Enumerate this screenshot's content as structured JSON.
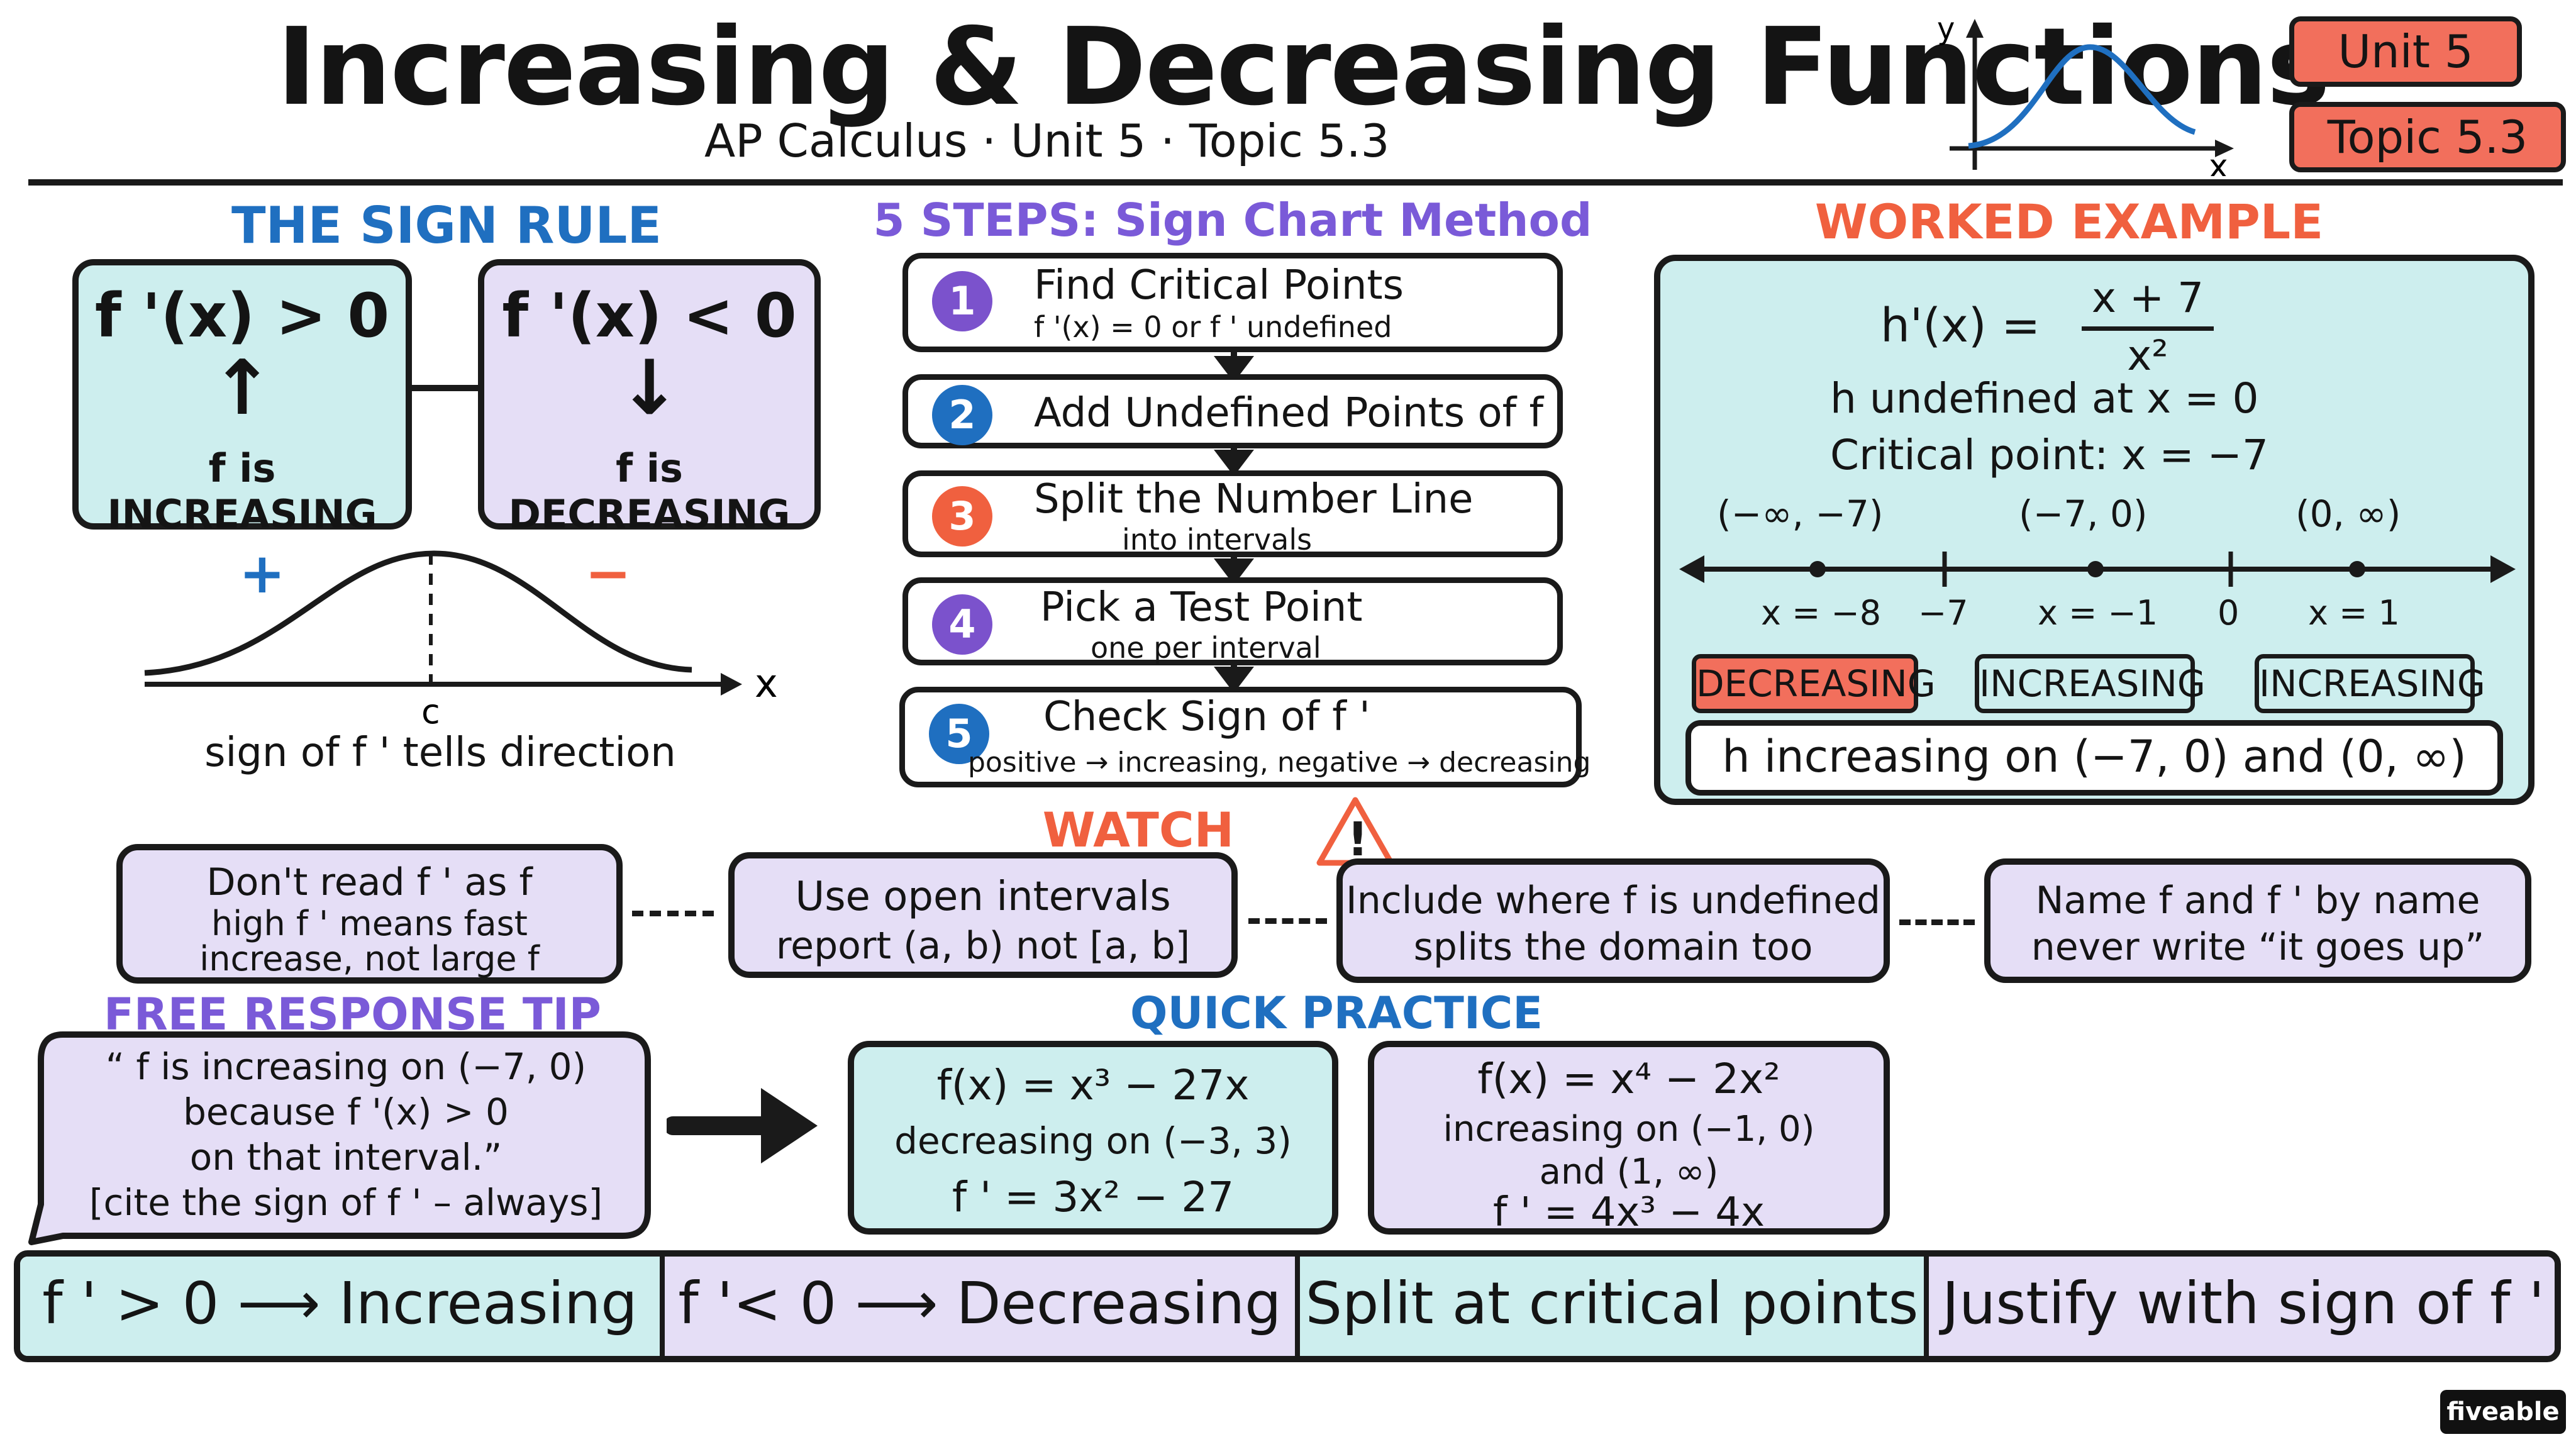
{
  "header": {
    "title": "Increasing & Decreasing Functions",
    "subtitle": "AP Calculus · Unit 5 · Topic 5.3",
    "unit_tag": "Unit 5",
    "topic_tag": "Topic 5.3",
    "graph_y_label": "y",
    "graph_x_label": "x"
  },
  "sign_rule": {
    "heading": "THE SIGN RULE",
    "pos_condition": "f '(x) > 0",
    "pos_result": "f is INCREASING",
    "neg_condition": "f '(x) < 0",
    "neg_result": "f is DECREASING",
    "plus_sign": "+",
    "minus_sign": "−",
    "axis_label": "x",
    "c_label": "c",
    "caption": "sign of f ' tells direction"
  },
  "steps": {
    "heading": "5 STEPS: Sign Chart Method",
    "items": [
      {
        "num": "1",
        "title": "Find Critical Points",
        "sub": "f '(x) = 0 or f ' undefined",
        "color": "#7b52cc"
      },
      {
        "num": "2",
        "title": "Add Undefined Points of f",
        "sub": "",
        "color": "#1f6fc0"
      },
      {
        "num": "3",
        "title": "Split the Number Line",
        "sub": "into intervals",
        "color": "#f0603f"
      },
      {
        "num": "4",
        "title": "Pick a Test Point",
        "sub": "one per interval",
        "color": "#7b52cc"
      },
      {
        "num": "5",
        "title": "Check Sign of f '",
        "sub": "positive → increasing, negative → decreasing",
        "color": "#1f6fc0"
      }
    ]
  },
  "worked_example": {
    "heading": "WORKED EXAMPLE",
    "func_lhs": "h'(x) =",
    "numerator": "x + 7",
    "denominator": "x²",
    "undefined_note": "h undefined at x = 0",
    "critical_note": "Critical point: x = −7",
    "intervals": [
      "(−∞, −7)",
      "(−7, 0)",
      "(0, ∞)"
    ],
    "ticks": [
      "x = −8",
      "−7",
      "x = −1",
      "0",
      "x = 1"
    ],
    "tags": [
      "DECREASING",
      "INCREASING",
      "INCREASING"
    ],
    "conclusion": "h increasing on (−7, 0) and (0, ∞)"
  },
  "watch_out": {
    "heading": "WATCH OUT",
    "icon_mark": "!",
    "items": [
      {
        "line1": "Don't read f ' as f",
        "line2": "high f ' means fast",
        "line3": "increase, not large f"
      },
      {
        "line1": "Use open intervals",
        "line2": "report (a, b) not [a, b]"
      },
      {
        "line1": "Include where f is undefined",
        "line2": "splits the domain too"
      },
      {
        "line1": "Name f and f ' by name",
        "line2": "never write “it goes up”"
      }
    ]
  },
  "frq_tip": {
    "heading": "FREE RESPONSE TIP",
    "line1": "“ f is increasing on (−7, 0)",
    "line2": "because f '(x) > 0",
    "line3": "on that interval.”",
    "line4": "[cite the sign of f ' – always]"
  },
  "practice": {
    "heading": "QUICK PRACTICE",
    "p1": {
      "func": "f(x) = x³ − 27x",
      "answer": "decreasing on (−3, 3)",
      "deriv": "f ' = 3x² − 27"
    },
    "p2": {
      "func": "f(x) = x⁴ − 2x²",
      "answer1": "increasing on (−1, 0)",
      "answer2": "and (1, ∞)",
      "deriv": "f ' = 4x³ − 4x"
    }
  },
  "summary_bar": [
    "f ' > 0 ⟶ Increasing",
    "f '< 0 ⟶ Decreasing",
    "Split at critical points",
    "Justify with sign of f '"
  ],
  "brand": "fiveable",
  "colors": {
    "teal": "#cdeeee",
    "lavender": "#e5def6",
    "coral": "#f26f5c",
    "blue": "#1f6fc0",
    "purple": "#7a5ad8",
    "orange": "#f0603f"
  }
}
